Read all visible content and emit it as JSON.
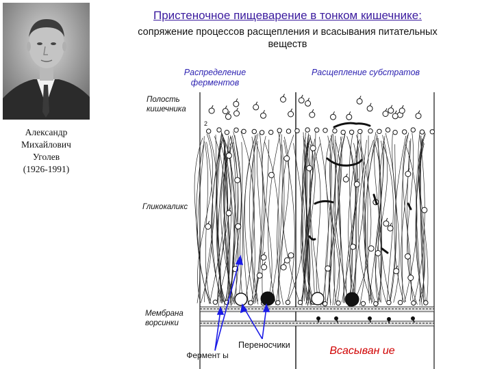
{
  "title": "Пристеночное пищеварение в тонком кишечнике:",
  "subtitle": "сопряжение процессов расщепления и всасывания питательных веществ",
  "portrait": {
    "caption": "Александр\nМихайлович\nУголев\n(1926-1991)"
  },
  "diagram": {
    "header_left": "Распределение ферментов",
    "header_right": "Расщепление субстратов",
    "label_lumen": "Полость кишечника",
    "label_glycocalyx": "Гликокаликс",
    "label_membrane": "Мембрана ворсинки",
    "label_enzymes": "Фермент ы",
    "label_carriers": "Переносчики",
    "label_absorption": "Всасыван ие",
    "colors": {
      "title": "#3a1a9e",
      "header": "#2a1fb0",
      "absorption": "#d00000",
      "arrows": "#1a1ae6"
    }
  }
}
